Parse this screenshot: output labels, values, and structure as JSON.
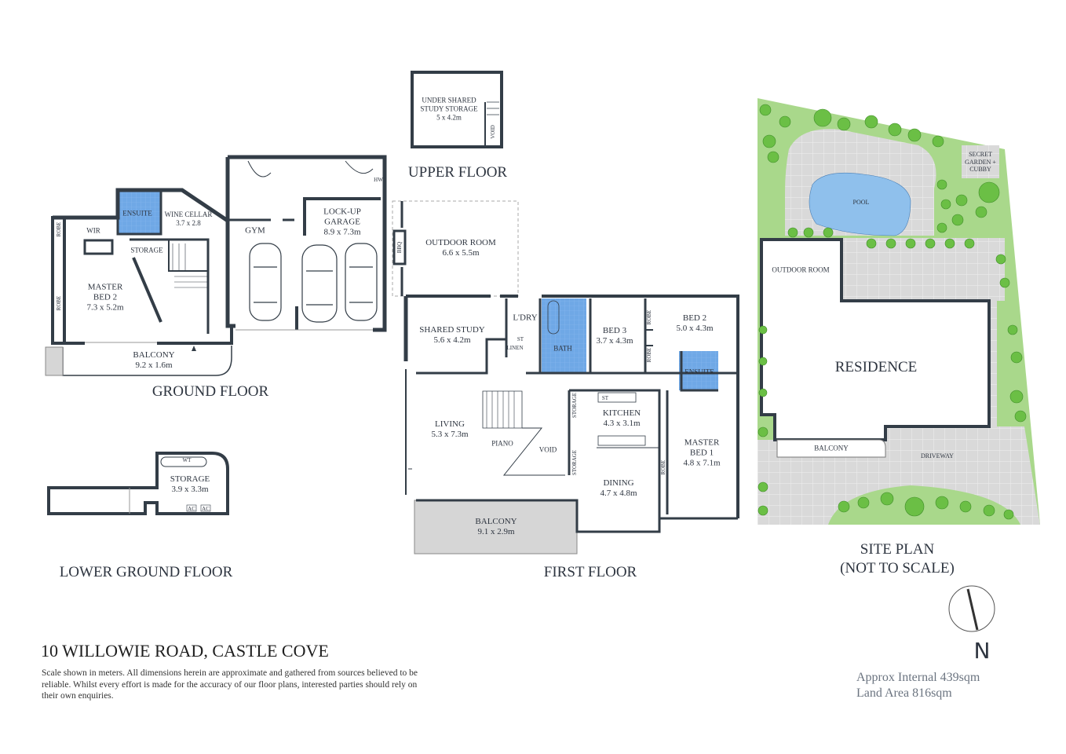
{
  "property": {
    "address": "10 WILLOWIE ROAD, CASTLE COVE",
    "disclaimer": "Scale shown in meters. All dimensions herein are approximate and gathered from sources believed to be  reliable. Whilst every effort is made for the accuracy of our floor plans, interested parties should rely on their own enquiries.",
    "internal_area": "Approx Internal 439sqm",
    "land_area": "Land Area 816sqm"
  },
  "colors": {
    "wall": "#333d47",
    "wet_area": "#6fa8e6",
    "garden": "#a9d88b",
    "paving": "#d9d9d9",
    "pool": "#8fc0ec",
    "balcony": "#d6d6d6"
  },
  "floors": {
    "upper": {
      "title": "UPPER FLOOR",
      "rooms": {
        "storage": {
          "name": "UNDER SHARED STUDY STORAGE",
          "dims": "5 x 4.2m"
        },
        "void": "VOID"
      }
    },
    "ground": {
      "title": "GROUND FLOOR",
      "rooms": {
        "ensuite": "ENSUITE",
        "wine_cellar": {
          "name": "WINE CELLAR",
          "dims": "3.7 x 2.8"
        },
        "wir": "WIR",
        "robe1": "ROBE",
        "robe2": "ROBE",
        "storage": "STORAGE",
        "master_bed2": {
          "name": "MASTER BED 2",
          "dims": "7.3 x 5.2m"
        },
        "gym": "GYM",
        "garage": {
          "name": "LOCK-UP GARAGE",
          "dims": "8.9 x 7.3m"
        },
        "hw": "HW",
        "balcony": {
          "name": "BALCONY",
          "dims": "9.2 x 1.6m"
        }
      }
    },
    "lower_ground": {
      "title": "LOWER GROUND FLOOR",
      "rooms": {
        "storage": {
          "name": "STORAGE",
          "dims": "3.9 x 3.3m"
        },
        "wt": "WT",
        "ac1": "AC",
        "ac2": "AC"
      }
    },
    "first": {
      "title": "FIRST FLOOR",
      "rooms": {
        "outdoor_room": {
          "name": "OUTDOOR ROOM",
          "dims": "6.6 x 5.5m"
        },
        "bbq": "BBQ",
        "shared_study": {
          "name": "SHARED STUDY",
          "dims": "5.6 x 4.2m"
        },
        "laundry": "L'DRY",
        "st1": "ST",
        "linen": "LINEN",
        "bath": "BATH",
        "bed3": {
          "name": "BED 3",
          "dims": "3.7 x 4.3m"
        },
        "bed2": {
          "name": "BED 2",
          "dims": "5.0 x 4.3m"
        },
        "robe_a": "ROBE",
        "robe_b": "ROBE",
        "ensuite": "ENSUITE",
        "living": {
          "name": "LIVING",
          "dims": "5.3 x 7.3m"
        },
        "piano": "PIANO",
        "void": "VOID",
        "storage1": "STORAGE",
        "storage2": "STORAGE",
        "kitchen": {
          "name": "KITCHEN",
          "dims": "4.3 x 3.1m"
        },
        "st2": "ST",
        "dining": {
          "name": "DINING",
          "dims": "4.7 x 4.8m"
        },
        "master_bed1": {
          "name": "MASTER BED 1",
          "dims": "4.8 x 7.1m"
        },
        "robe_c": "ROBE",
        "balcony": {
          "name": "BALCONY",
          "dims": "9.1 x 2.9m"
        }
      }
    }
  },
  "site_plan": {
    "title": "SITE PLAN",
    "subtitle": "(NOT TO SCALE)",
    "labels": {
      "secret_garden": "SECRET GARDEN + CUBBY",
      "pool": "POOL",
      "outdoor_room": "OUTDOOR ROOM",
      "residence": "RESIDENCE",
      "balcony": "BALCONY",
      "driveway": "DRIVEWAY"
    }
  },
  "compass": {
    "label": "N",
    "icon": "north-arrow-icon"
  }
}
